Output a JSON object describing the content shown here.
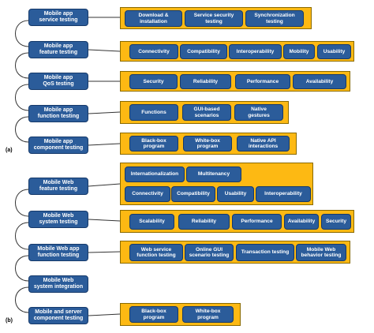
{
  "part_a": {
    "label": "(a)",
    "stages": [
      "Mobile app\nservice testing",
      "Mobile app\nfeature testing",
      "Mobile app\nQoS testing",
      "Mobile app\nfunction testing",
      "Mobile app\ncomponent testing"
    ],
    "panels": [
      [
        "Download &\ninstallation",
        "Service security\ntesting",
        "Synchronization\ntesting"
      ],
      [
        "Connectivity",
        "Compatibility",
        "Interoperability",
        "Mobility",
        "Usability"
      ],
      [
        "Security",
        "Reliability",
        "Performance",
        "Availability"
      ],
      [
        "Functions",
        "GUI-based\nscenarios",
        "Native\ngestures"
      ],
      [
        "Black-box\nprogram",
        "White-box\nprogram",
        "Native API\ninteractions"
      ]
    ]
  },
  "part_b": {
    "label": "(b)",
    "stages": [
      "Mobile Web\nfeature testing",
      "Mobile Web\nsystem testing",
      "Mobile Web app\nfunction testing",
      "Mobile Web\nsystem integration",
      "Mobile and server\ncomponent testing"
    ],
    "panels": [
      [
        "Internationalization",
        "Multitenancy",
        "Connectivity",
        "Compatibility",
        "Usability",
        "Interoperability"
      ],
      [
        "Scalability",
        "Reliability",
        "Performance",
        "Availability",
        "Security"
      ],
      [
        "Web service\nfunction testing",
        "Online GUI\nscenario testing",
        "Transaction testing",
        "Mobile Web\nbehavior testing"
      ],
      [
        "Black-box\nprogram",
        "White-box\nprogram"
      ]
    ]
  },
  "colors": {
    "box_fill": "#2b5c9a",
    "box_border": "#163a6b",
    "panel_fill": "#fdb913"
  }
}
